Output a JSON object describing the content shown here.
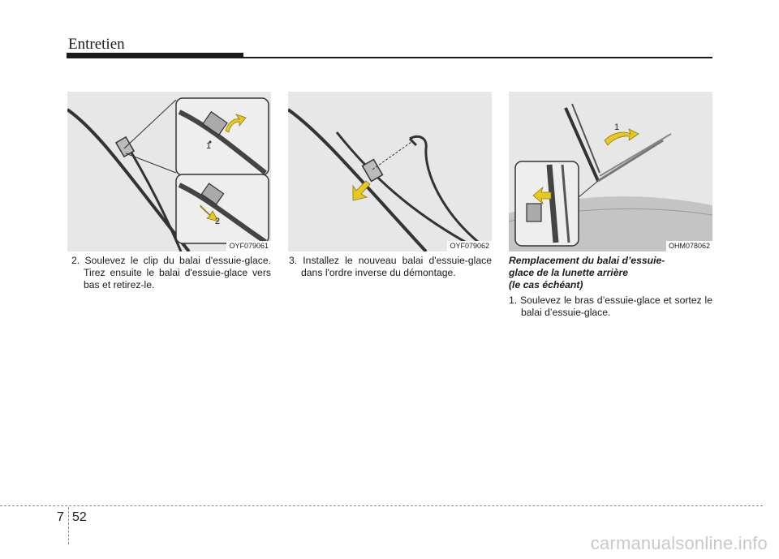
{
  "header": {
    "title": "Entretien"
  },
  "figures": [
    {
      "code": "OYF079061",
      "callouts": [
        "1",
        "2"
      ]
    },
    {
      "code": "OYF079062"
    },
    {
      "code": "OHM078062",
      "callouts": [
        "1"
      ]
    }
  ],
  "columns": {
    "col1": {
      "step_num": "2.",
      "step_text": "Soulevez le clip du balai d'essuie-glace. Tirez ensuite le balai d'essuie-glace vers bas et retirez-le."
    },
    "col2": {
      "step_num": "3.",
      "step_text": "Installez le nouveau balai d'essuie-glace dans l'ordre inverse du démontage."
    },
    "col3": {
      "heading_line1": "Remplacement du balai d’essuie-",
      "heading_line2": "glace de la lunette arrière",
      "heading_line3": "(le cas échéant)",
      "step_num": "1.",
      "step_text": "Soulevez le bras d’essuie-glace et sortez le balai d’essuie-glace."
    }
  },
  "footer": {
    "chapter": "7",
    "page": "52"
  },
  "watermark": "carmanualsonline.info",
  "colors": {
    "arrow": "#e8c81e",
    "figure_bg": "#e7e7e7",
    "ink": "#1a1a1a"
  }
}
